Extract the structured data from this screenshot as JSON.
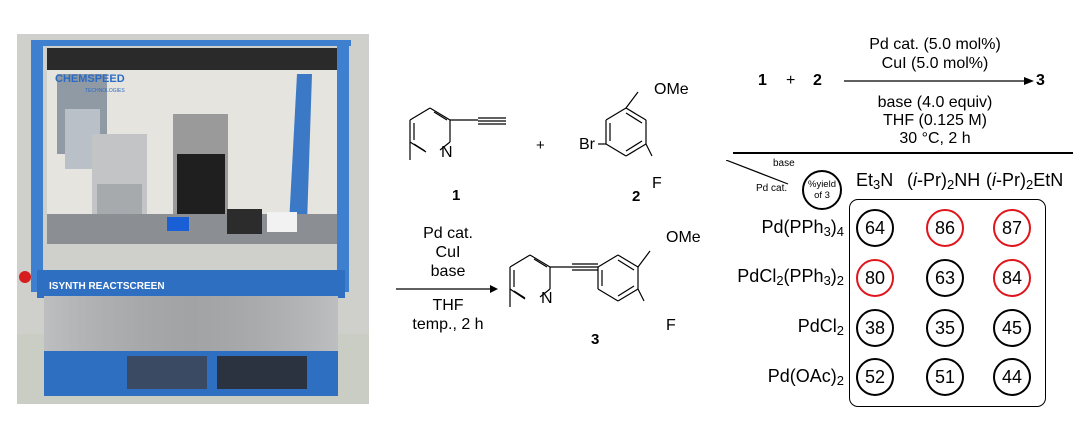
{
  "photo": {
    "description": "automated synthesis platform photo",
    "brand_text": "CHEMSPEED",
    "brand_subtext": "TECHNOLOGIES",
    "model_text": "ISYNTH REACTSCREEN"
  },
  "scheme": {
    "reactant1_label": "1",
    "reactant2_label": "2",
    "product_label": "3",
    "plus": "+",
    "atom_N": "N",
    "atom_Br": "Br",
    "atom_F": "F",
    "group_OMe": "OMe",
    "conditions_above": [
      "Pd cat.",
      "CuI",
      "base"
    ],
    "conditions_below": [
      "THF",
      "temp., 2 h"
    ]
  },
  "optimization": {
    "equation": {
      "r1": "1",
      "plus": "+",
      "r2": "2",
      "product": "3"
    },
    "conditions_above": [
      "Pd cat. (5.0 mol%)",
      "CuI (5.0 mol%)"
    ],
    "conditions_below": [
      "base (4.0 equiv)",
      "THF (0.125 M)",
      "30 °C, 2 h"
    ],
    "corner": {
      "top": "base",
      "left": "Pd cat.",
      "circle_line1": "%yield",
      "circle_line2": "of 3"
    },
    "columns": [
      {
        "main": "Et",
        "sub": "3",
        "tail": "N"
      },
      {
        "pre": "(",
        "ital": "i",
        "main": "-Pr)",
        "sub": "2",
        "tail": "NH"
      },
      {
        "pre": "(",
        "ital": "i",
        "main": "-Pr)",
        "sub": "2",
        "tail": "EtN"
      }
    ],
    "rows": [
      {
        "label_parts": [
          "Pd(PPh",
          "3",
          ")",
          "4",
          ""
        ],
        "yields": [
          64,
          86,
          87
        ],
        "highlight": [
          false,
          true,
          true
        ]
      },
      {
        "label_parts": [
          "PdCl",
          "2",
          "(PPh",
          "3",
          ")",
          "2",
          ""
        ],
        "yields": [
          80,
          63,
          84
        ],
        "highlight": [
          true,
          false,
          true
        ]
      },
      {
        "label_parts": [
          "PdCl",
          "2",
          ""
        ],
        "yields": [
          38,
          35,
          45
        ],
        "highlight": [
          false,
          false,
          false
        ]
      },
      {
        "label_parts": [
          "Pd(OAc)",
          "2",
          ""
        ],
        "yields": [
          52,
          51,
          44
        ],
        "highlight": [
          false,
          false,
          false
        ]
      }
    ],
    "highlight_color": "#e0151b"
  },
  "chart_data": {
    "type": "table",
    "title": "% yield of 3",
    "row_header": "Pd cat.",
    "column_header": "base",
    "categories": [
      "Et3N",
      "(i-Pr)2NH",
      "(i-Pr)2EtN"
    ],
    "rows": [
      "Pd(PPh3)4",
      "PdCl2(PPh3)2",
      "PdCl2",
      "Pd(OAc)2"
    ],
    "series": [
      {
        "name": "Pd(PPh3)4",
        "values": [
          64,
          86,
          87
        ]
      },
      {
        "name": "PdCl2(PPh3)2",
        "values": [
          80,
          63,
          84
        ]
      },
      {
        "name": "PdCl2",
        "values": [
          38,
          35,
          45
        ]
      },
      {
        "name": "Pd(OAc)2",
        "values": [
          52,
          51,
          44
        ]
      }
    ],
    "highlighted_ge_80": true
  }
}
